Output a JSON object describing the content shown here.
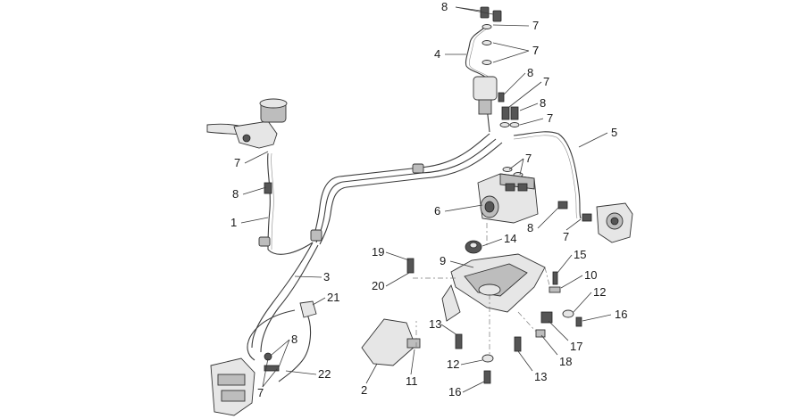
{
  "diagram": {
    "callouts": [
      {
        "id": "c8-top",
        "text": "8"
      },
      {
        "id": "c7-top",
        "text": "7"
      },
      {
        "id": "c7-b",
        "text": "7"
      },
      {
        "id": "c4",
        "text": "4"
      },
      {
        "id": "c7-c",
        "text": "7"
      },
      {
        "id": "c8-mid",
        "text": "8"
      },
      {
        "id": "c7-d",
        "text": "7"
      },
      {
        "id": "c8-mid2",
        "text": "8"
      },
      {
        "id": "c7-e",
        "text": "7"
      },
      {
        "id": "c5",
        "text": "5"
      },
      {
        "id": "c7-f",
        "text": "7"
      },
      {
        "id": "c7-left",
        "text": "7"
      },
      {
        "id": "c8-left",
        "text": "8"
      },
      {
        "id": "c1",
        "text": "1"
      },
      {
        "id": "c6",
        "text": "6"
      },
      {
        "id": "c8-right",
        "text": "8"
      },
      {
        "id": "c7-right",
        "text": "7"
      },
      {
        "id": "c14",
        "text": "14"
      },
      {
        "id": "c19",
        "text": "19"
      },
      {
        "id": "c9",
        "text": "9"
      },
      {
        "id": "c15",
        "text": "15"
      },
      {
        "id": "c3",
        "text": "3"
      },
      {
        "id": "c10",
        "text": "10"
      },
      {
        "id": "c20",
        "text": "20"
      },
      {
        "id": "c12-right",
        "text": "12"
      },
      {
        "id": "c21",
        "text": "21"
      },
      {
        "id": "c16-right",
        "text": "16"
      },
      {
        "id": "c13-left",
        "text": "13"
      },
      {
        "id": "c17",
        "text": "17"
      },
      {
        "id": "c8-bottom",
        "text": "8"
      },
      {
        "id": "c18",
        "text": "18"
      },
      {
        "id": "c12-bottom",
        "text": "12"
      },
      {
        "id": "c13-bottom",
        "text": "13"
      },
      {
        "id": "c22",
        "text": "22"
      },
      {
        "id": "c7-bottom",
        "text": "7"
      },
      {
        "id": "c2",
        "text": "2"
      },
      {
        "id": "c11",
        "text": "11"
      },
      {
        "id": "c16-bottom",
        "text": "16"
      }
    ]
  }
}
